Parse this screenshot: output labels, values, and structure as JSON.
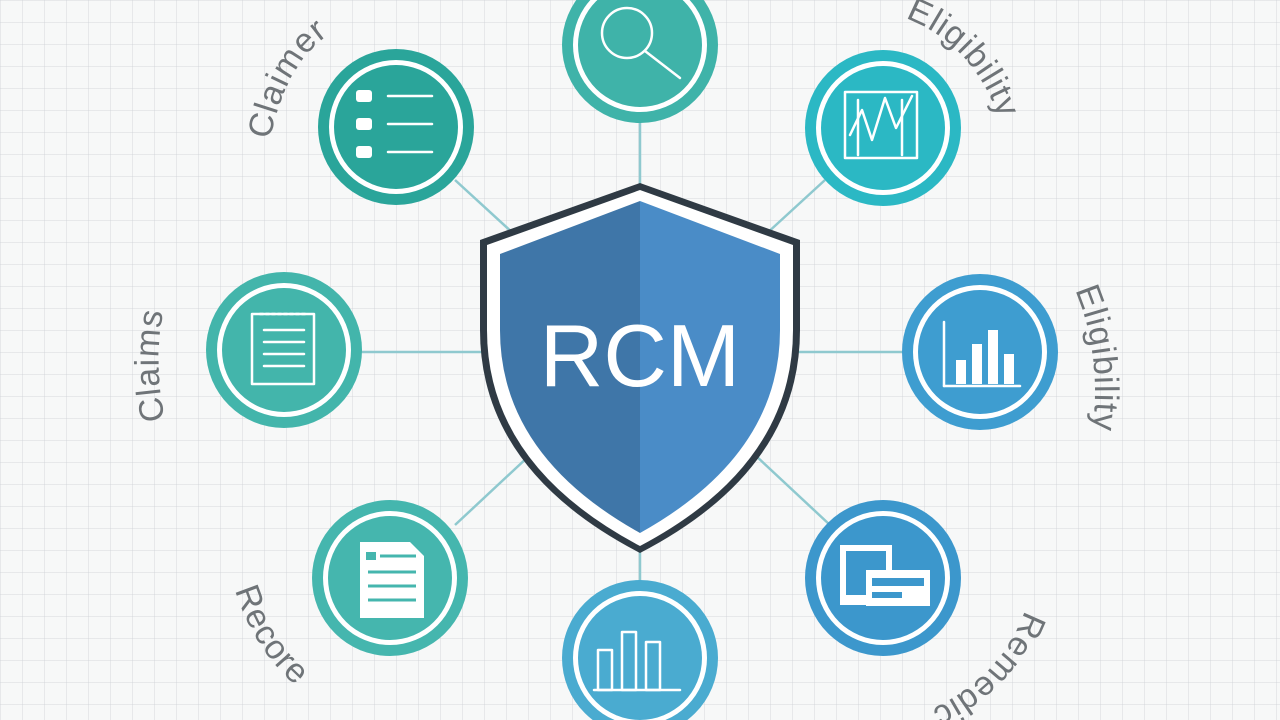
{
  "center": {
    "label": "RCM",
    "colors": {
      "left": "#3f76a8",
      "right": "#4a8cc7",
      "border": "#2f3a44"
    }
  },
  "labels": {
    "top_left": "Claimer",
    "top_right": "Eligibility",
    "left": "Claims",
    "right": "Eligibility",
    "bottom_left": "Recore",
    "bottom_right": "Remedic"
  },
  "nodes": [
    {
      "name": "search-node",
      "icon": "magnifier-icon",
      "color": "#3fb3a9"
    },
    {
      "name": "checklist-node",
      "icon": "checklist-icon",
      "color": "#2aa59a"
    },
    {
      "name": "eligibility-chart-node",
      "icon": "line-chart-icon",
      "color": "#2bb8c4"
    },
    {
      "name": "claims-document-node",
      "icon": "document-icon",
      "color": "#43b5ab"
    },
    {
      "name": "bar-chart-node",
      "icon": "bar-chart-icon",
      "color": "#3e9dd0"
    },
    {
      "name": "report-node",
      "icon": "report-icon",
      "color": "#45b6ae"
    },
    {
      "name": "bottom-chart-node",
      "icon": "bar-chart-icon",
      "color": "#4aabd0"
    },
    {
      "name": "screens-node",
      "icon": "screens-icon",
      "color": "#3c97cc"
    }
  ]
}
